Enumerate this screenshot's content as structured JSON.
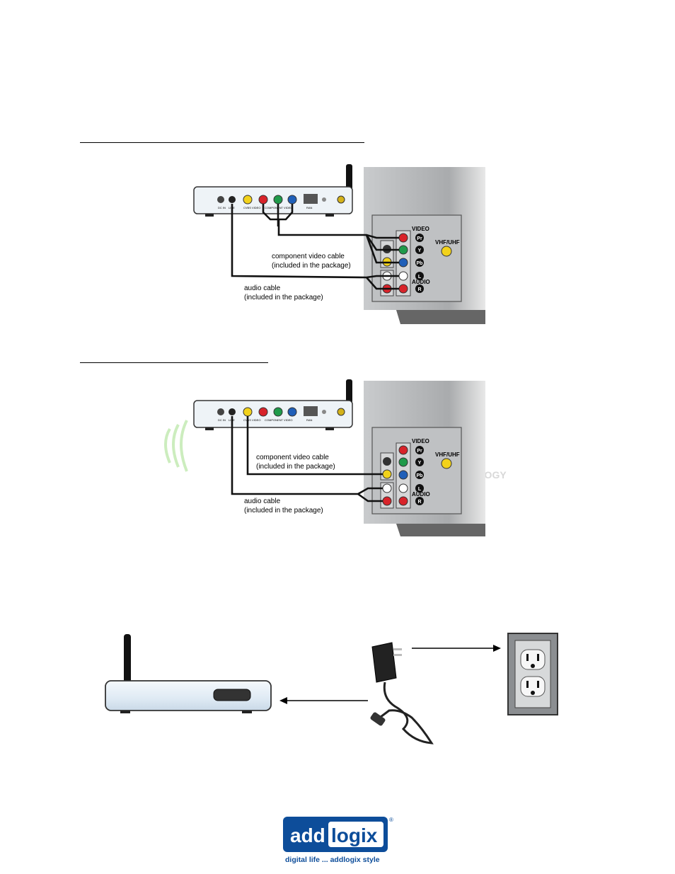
{
  "diagram1": {
    "box_ports": [
      "DC IN",
      "LINE",
      "CVBS VIDEO",
      "COMPONENT VIDEO",
      "RAN"
    ],
    "tv_labels": {
      "video": "VIDEO",
      "audio": "AUDIO",
      "vhf": "VHF/UHF",
      "pr": "Pr",
      "y": "Y",
      "pb": "Pb",
      "l": "L",
      "r": "R"
    },
    "video_cable_label": [
      "component video cable",
      "(included in the package)"
    ],
    "audio_cable_label": [
      "audio cable",
      "(included in the package)"
    ]
  },
  "diagram2": {
    "box_ports": [
      "DC IN",
      "LINE",
      "CVBS VIDEO",
      "COMPONENT VIDEO",
      "RAN"
    ],
    "tv_labels": {
      "video": "VIDEO",
      "audio": "AUDIO",
      "vhf": "VHF/UHF",
      "pr": "Pr",
      "y": "Y",
      "pb": "Pb",
      "l": "L",
      "r": "R"
    },
    "video_cable_label": [
      "component video cable",
      "(included in the package)"
    ],
    "audio_cable_label": [
      "audio cable",
      "(included in the package)"
    ],
    "watermark": "LOGY"
  },
  "logo": {
    "brand_left": "add",
    "brand_right": "logix",
    "tagline": "digital life ... addlogix style",
    "registered": "®"
  },
  "colors": {
    "red": "#d8232a",
    "green": "#1f9a4a",
    "blue": "#1f5fb8",
    "yellow": "#f2d21b",
    "tv_gray": "#b7b9bb",
    "logo_blue": "#0d4d9a"
  }
}
